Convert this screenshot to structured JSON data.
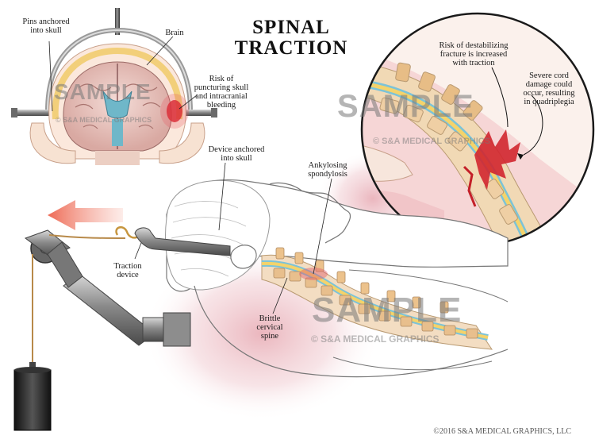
{
  "title": [
    "SPINAL",
    "TRACTION"
  ],
  "labels": {
    "pins_anchored": [
      "Pins anchored",
      "into skull"
    ],
    "brain": "Brain",
    "risk_puncturing": [
      "Risk of",
      "puncturing skull",
      "and intracranial",
      "bleeding"
    ],
    "risk_destabilizing": [
      "Risk of destabilizing",
      "fracture is increased",
      "with traction"
    ],
    "severe_cord": [
      "Severe cord",
      "damage could",
      "occur, resulting",
      "in quadriplegia"
    ],
    "device_anchored": [
      "Device anchored",
      "into skull"
    ],
    "ankylosing": [
      "Ankylosing",
      "spondylosis"
    ],
    "traction_device": [
      "Traction",
      "device"
    ],
    "brittle_spine": [
      "Brittle",
      "cervical",
      "spine"
    ]
  },
  "watermark": {
    "main": "SAMPLE",
    "sub": "© S&A MEDICAL GRAPHICS"
  },
  "copyright": "©2016 S&A MEDICAL GRAPHICS, LLC"
}
